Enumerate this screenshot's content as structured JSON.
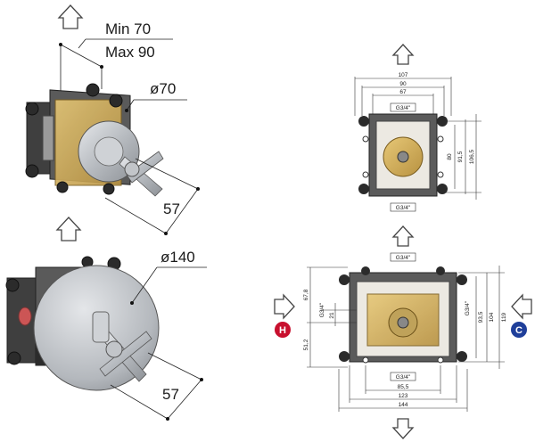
{
  "left_top": {
    "depth_min": "Min 70",
    "depth_max": "Max 90",
    "diameter": "ø70",
    "handle_length": "57"
  },
  "left_bottom": {
    "diameter": "ø140",
    "handle_length": "57"
  },
  "right_top": {
    "width_outer": "107",
    "width_mid": "90",
    "width_inner": "67",
    "port_top": "G3/4\"",
    "port_bottom": "G3/4\"",
    "height_a": "80",
    "height_b": "91,5",
    "height_c": "106,5"
  },
  "right_bottom": {
    "port_top": "G3/4\"",
    "port_left": "G3/4\"",
    "port_right": "G3/4\"",
    "port_bottom": "G3/4\"",
    "left_upper": "67,8",
    "left_mid": "21",
    "left_lower": "51,2",
    "right_a": "93,5",
    "right_b": "104",
    "right_c": "119",
    "bottom_a": "85,5",
    "bottom_b": "123",
    "bottom_c": "144",
    "hot_badge": "H",
    "cold_badge": "C"
  },
  "colors": {
    "hot": "#c8102e",
    "cold": "#1f3f9a",
    "brass": "#d8b35a",
    "housing": "#4a4a4a",
    "chrome": "#b9bdc2"
  }
}
